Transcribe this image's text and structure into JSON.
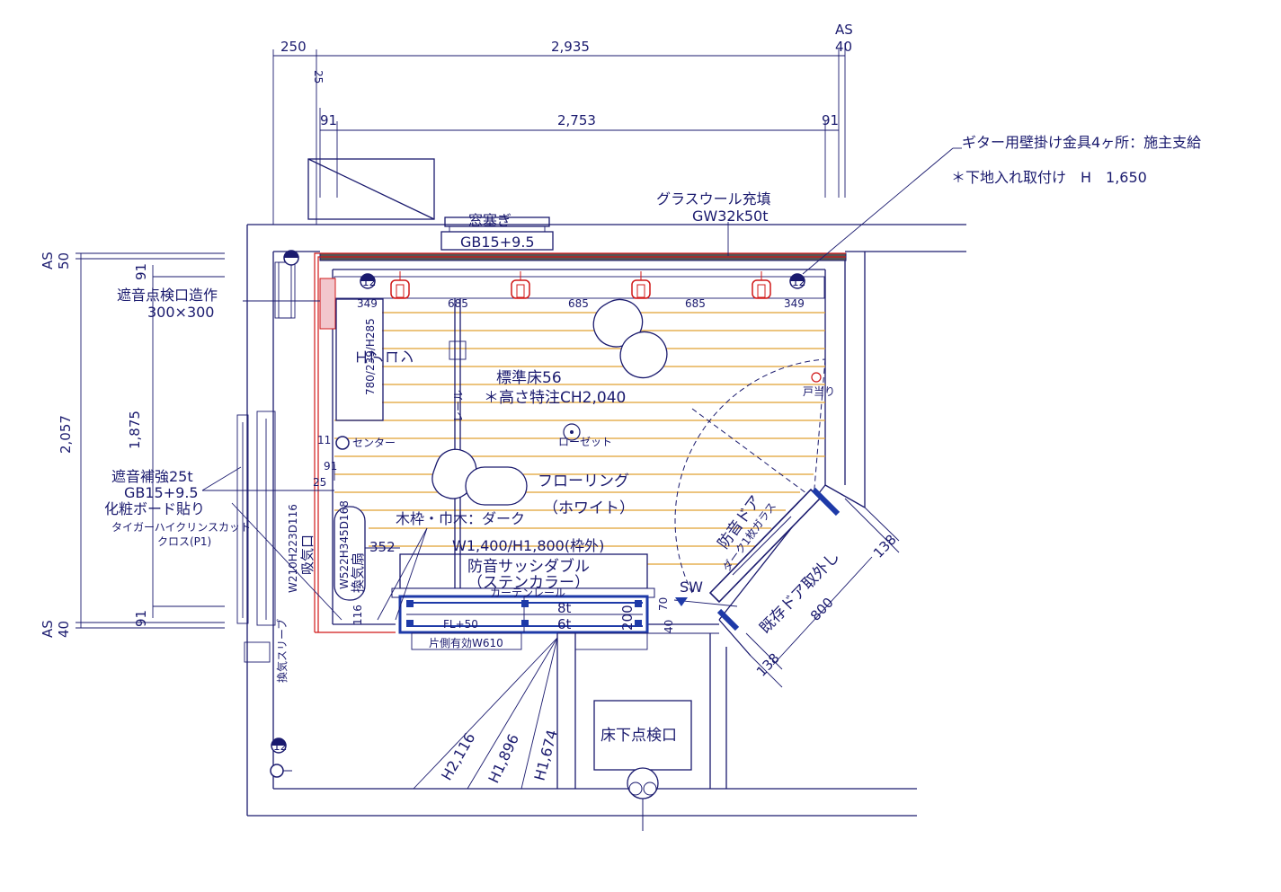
{
  "dimensions": {
    "top_total_left": "250",
    "top_total": "2,935",
    "top_as": "AS",
    "top_as_val": "40",
    "top_25": "25",
    "top_91_left": "91",
    "top_inner": "2,753",
    "top_91_right": "91",
    "left_as_top": "AS",
    "left_50": "50",
    "left_91_top": "91",
    "left_total": "2,057",
    "left_inner": "1,875",
    "left_91_bottom": "91",
    "left_as_bottom": "AS",
    "left_40": "40",
    "wall_349_left": "349",
    "wall_685_1": "685",
    "wall_685_2": "685",
    "wall_685_3": "685",
    "wall_349_right": "349",
    "dim_11": "11",
    "dim_91": "91",
    "dim_25": "25",
    "dim_352": "352",
    "dim_116": "116",
    "dim_70": "70",
    "dim_40": "40",
    "dim_200": "200",
    "dim_138_top": "138",
    "dim_138_bottom": "138",
    "dim_800": "800"
  },
  "labels": {
    "guitar_note_1": "ギター用壁掛け金具4ヶ所：施主支給",
    "guitar_note_2": "＊下地入れ取付け　H　1,650",
    "glass_wool": "グラスウール充填",
    "glass_wool_spec": "GW32k50t",
    "window_block": "窓塞ぎ",
    "window_gb": "GB15+9.5",
    "inspection_hatch": "遮音点検口造作",
    "inspection_size": "300×300",
    "aircon": "エアコン",
    "aircon_size": "780/239/H285",
    "standard_floor": "標準床56",
    "ceiling_height": "＊高さ特注CH2,040",
    "door_stop": "戸当り",
    "center": "センター",
    "rosette": "ローゼット",
    "rail": "レール",
    "flooring": "フローリング",
    "flooring_color": "（ホワイト）",
    "wall_reinforce": "遮音補強25t",
    "wall_gb": "GB15+9.5",
    "cosmetic_board": "化粧ボード貼り",
    "cloth_spec": "タイガーハイクリンスカット",
    "cloth_code": "クロス(P1)",
    "wood_frame": "木枠・巾木：ダーク",
    "ventilation_fan": "換気扇",
    "fan_spec": "W522H345D168",
    "vent_open": "W210H223D116",
    "vent_label": "吸気口",
    "sash_size": "W1,400/H1,800(枠外)",
    "sash_name": "防音サッシダブル",
    "sash_color": "（ステンカラー）",
    "curtain_rail": "カーテンレール",
    "sash_8t": "8t",
    "sash_6t": "6t",
    "sash_fl": "FL+50",
    "sash_effective": "片側有効W610",
    "sw": "SW",
    "sound_door": "防音ドア",
    "door_glass": "ダーク1枚ガラス",
    "existing_door": "既存ドア取外し",
    "vent_sleeve": "換気スリーブ",
    "h_2116": "H2,116",
    "h_1896": "H1,896",
    "h_1674": "H1,674",
    "floor_hatch": "床下点検口",
    "outlet_12": "12"
  }
}
